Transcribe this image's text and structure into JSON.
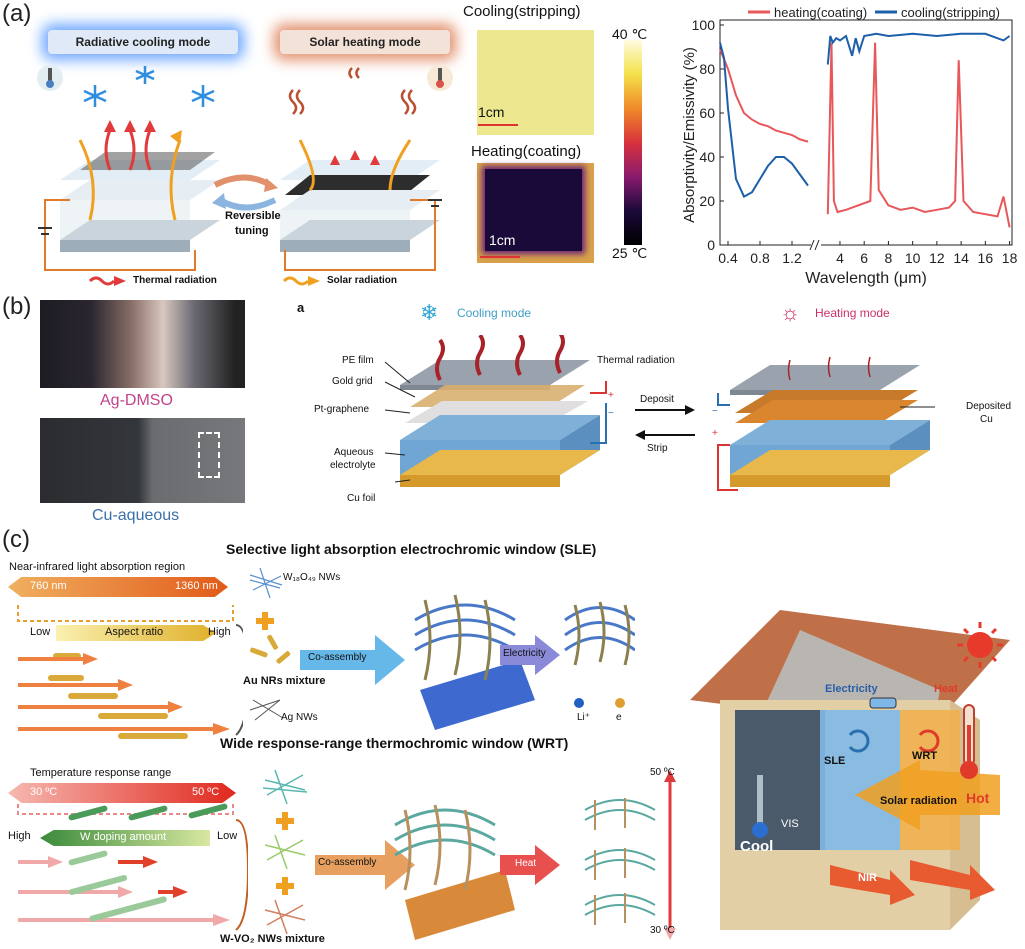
{
  "panel_a": {
    "label": "(a)",
    "radiative_mode": "Radiative cooling mode",
    "solar_mode": "Solar heating mode",
    "reversible": "Reversible",
    "tuning": "tuning",
    "thermal_radiation": "Thermal radiation",
    "solar_radiation": "Solar radiation",
    "cooling_title": "Cooling(stripping)",
    "heating_title": "Heating(coating)",
    "scale_bar": "1cm",
    "colorbar_max": "40 ℃",
    "colorbar_min": "25 ℃",
    "colors": {
      "cool_glow": "#6fa8ff",
      "heat_glow": "#e2906c",
      "heat_line": "#e8575a",
      "cool_line": "#1d5fa8"
    }
  },
  "chart_data": {
    "type": "line",
    "xlabel": "Wavelength (μm)",
    "ylabel": "Absorptivity/Emissivity (%)",
    "ylim": [
      0,
      100
    ],
    "yticks": [
      0,
      20,
      40,
      60,
      80,
      100
    ],
    "xticks_left": [
      "0.4",
      "0.8",
      "1.2"
    ],
    "xticks_right": [
      "4",
      "6",
      "8",
      "10",
      "12",
      "14",
      "16",
      "18"
    ],
    "series": [
      {
        "name": "heating(coating)",
        "color": "#e8575a",
        "segment_left": {
          "x": [
            0.3,
            0.4,
            0.5,
            0.6,
            0.7,
            0.8,
            0.9,
            1.0,
            1.1,
            1.2,
            1.3,
            1.4
          ],
          "y": [
            89,
            80,
            68,
            60,
            57,
            55,
            54,
            52,
            51,
            50,
            48,
            47
          ]
        },
        "segment_right": {
          "x": [
            3,
            3.3,
            3.5,
            3.8,
            4.5,
            5.5,
            6.5,
            6.9,
            7.2,
            8,
            9,
            10,
            11,
            12,
            13,
            13.5,
            13.8,
            14.2,
            15,
            16,
            17,
            17.5,
            18
          ],
          "y": [
            14,
            92,
            20,
            15,
            16,
            18,
            20,
            92,
            25,
            18,
            16,
            17,
            15,
            16,
            17,
            20,
            84,
            20,
            15,
            14,
            13,
            22,
            8
          ]
        }
      },
      {
        "name": "cooling(stripping)",
        "color": "#1d5fa8",
        "segment_left": {
          "x": [
            0.3,
            0.35,
            0.4,
            0.5,
            0.6,
            0.7,
            0.8,
            0.9,
            1.0,
            1.1,
            1.2,
            1.3,
            1.4
          ],
          "y": [
            92,
            85,
            62,
            30,
            22,
            24,
            30,
            36,
            40,
            40,
            37,
            32,
            27
          ]
        },
        "segment_right": {
          "x": [
            3,
            3.2,
            3.4,
            3.7,
            4,
            4.5,
            5,
            5.3,
            5.6,
            6,
            7,
            8,
            10,
            12,
            14,
            16,
            17.5,
            18
          ],
          "y": [
            82,
            95,
            92,
            94,
            93,
            95,
            86,
            94,
            88,
            95,
            96,
            95,
            96,
            95,
            96,
            96,
            93,
            95
          ]
        }
      }
    ]
  },
  "panel_b": {
    "label": "(b)",
    "ag_label": "Ag-DMSO",
    "cu_label": "Cu-aqueous",
    "sub_a": "a",
    "cooling_mode": "Cooling mode",
    "heating_mode": "Heating mode",
    "pe_film": "PE film",
    "gold_grid": "Gold grid",
    "pt_graphene": "Pt-graphene",
    "aqueous": "Aqueous",
    "electrolyte": "electrolyte",
    "cu_foil": "Cu foil",
    "thermal_radiation": "Thermal radiation",
    "deposit": "Deposit",
    "strip": "Strip",
    "deposited": "Deposited",
    "cu": "Cu",
    "plus": "+",
    "minus": "−"
  },
  "panel_c": {
    "label": "(c)",
    "sle_title": "Selective light absorption electrochromic window (SLE)",
    "nir_region": "Near-infrared light absorption region",
    "nm760": "760 nm",
    "nm1360": "1360 nm",
    "low": "Low",
    "aspect": "Aspect ratio",
    "high": "High",
    "w18o49": "W₁₈O₄₉ NWs",
    "co_assembly": "Co-assembly",
    "electricity": "Electricity",
    "au_mix": "Au NRs mixture",
    "ag_nws": "Ag NWs",
    "li": "Li⁺",
    "e": "e",
    "wrt_title": "Wide response-range thermochromic window (WRT)",
    "temp_range": "Temperature response range",
    "t30": "30 ºC",
    "t50": "50 ºC",
    "high2": "High",
    "doping": "W doping amount",
    "low2": "Low",
    "heat_arrow": "Heat",
    "wvo2": "W-VO₂ NWs mixture",
    "top50": "50 ºC",
    "bottom30": "30 ºC",
    "house_electricity": "Electricity",
    "house_heat": "Heat",
    "sle": "SLE",
    "wrt": "WRT",
    "vis": "VIS",
    "cool": "Cool",
    "solar_rad": "Solar radiation",
    "hot": "Hot",
    "nir": "NIR"
  }
}
